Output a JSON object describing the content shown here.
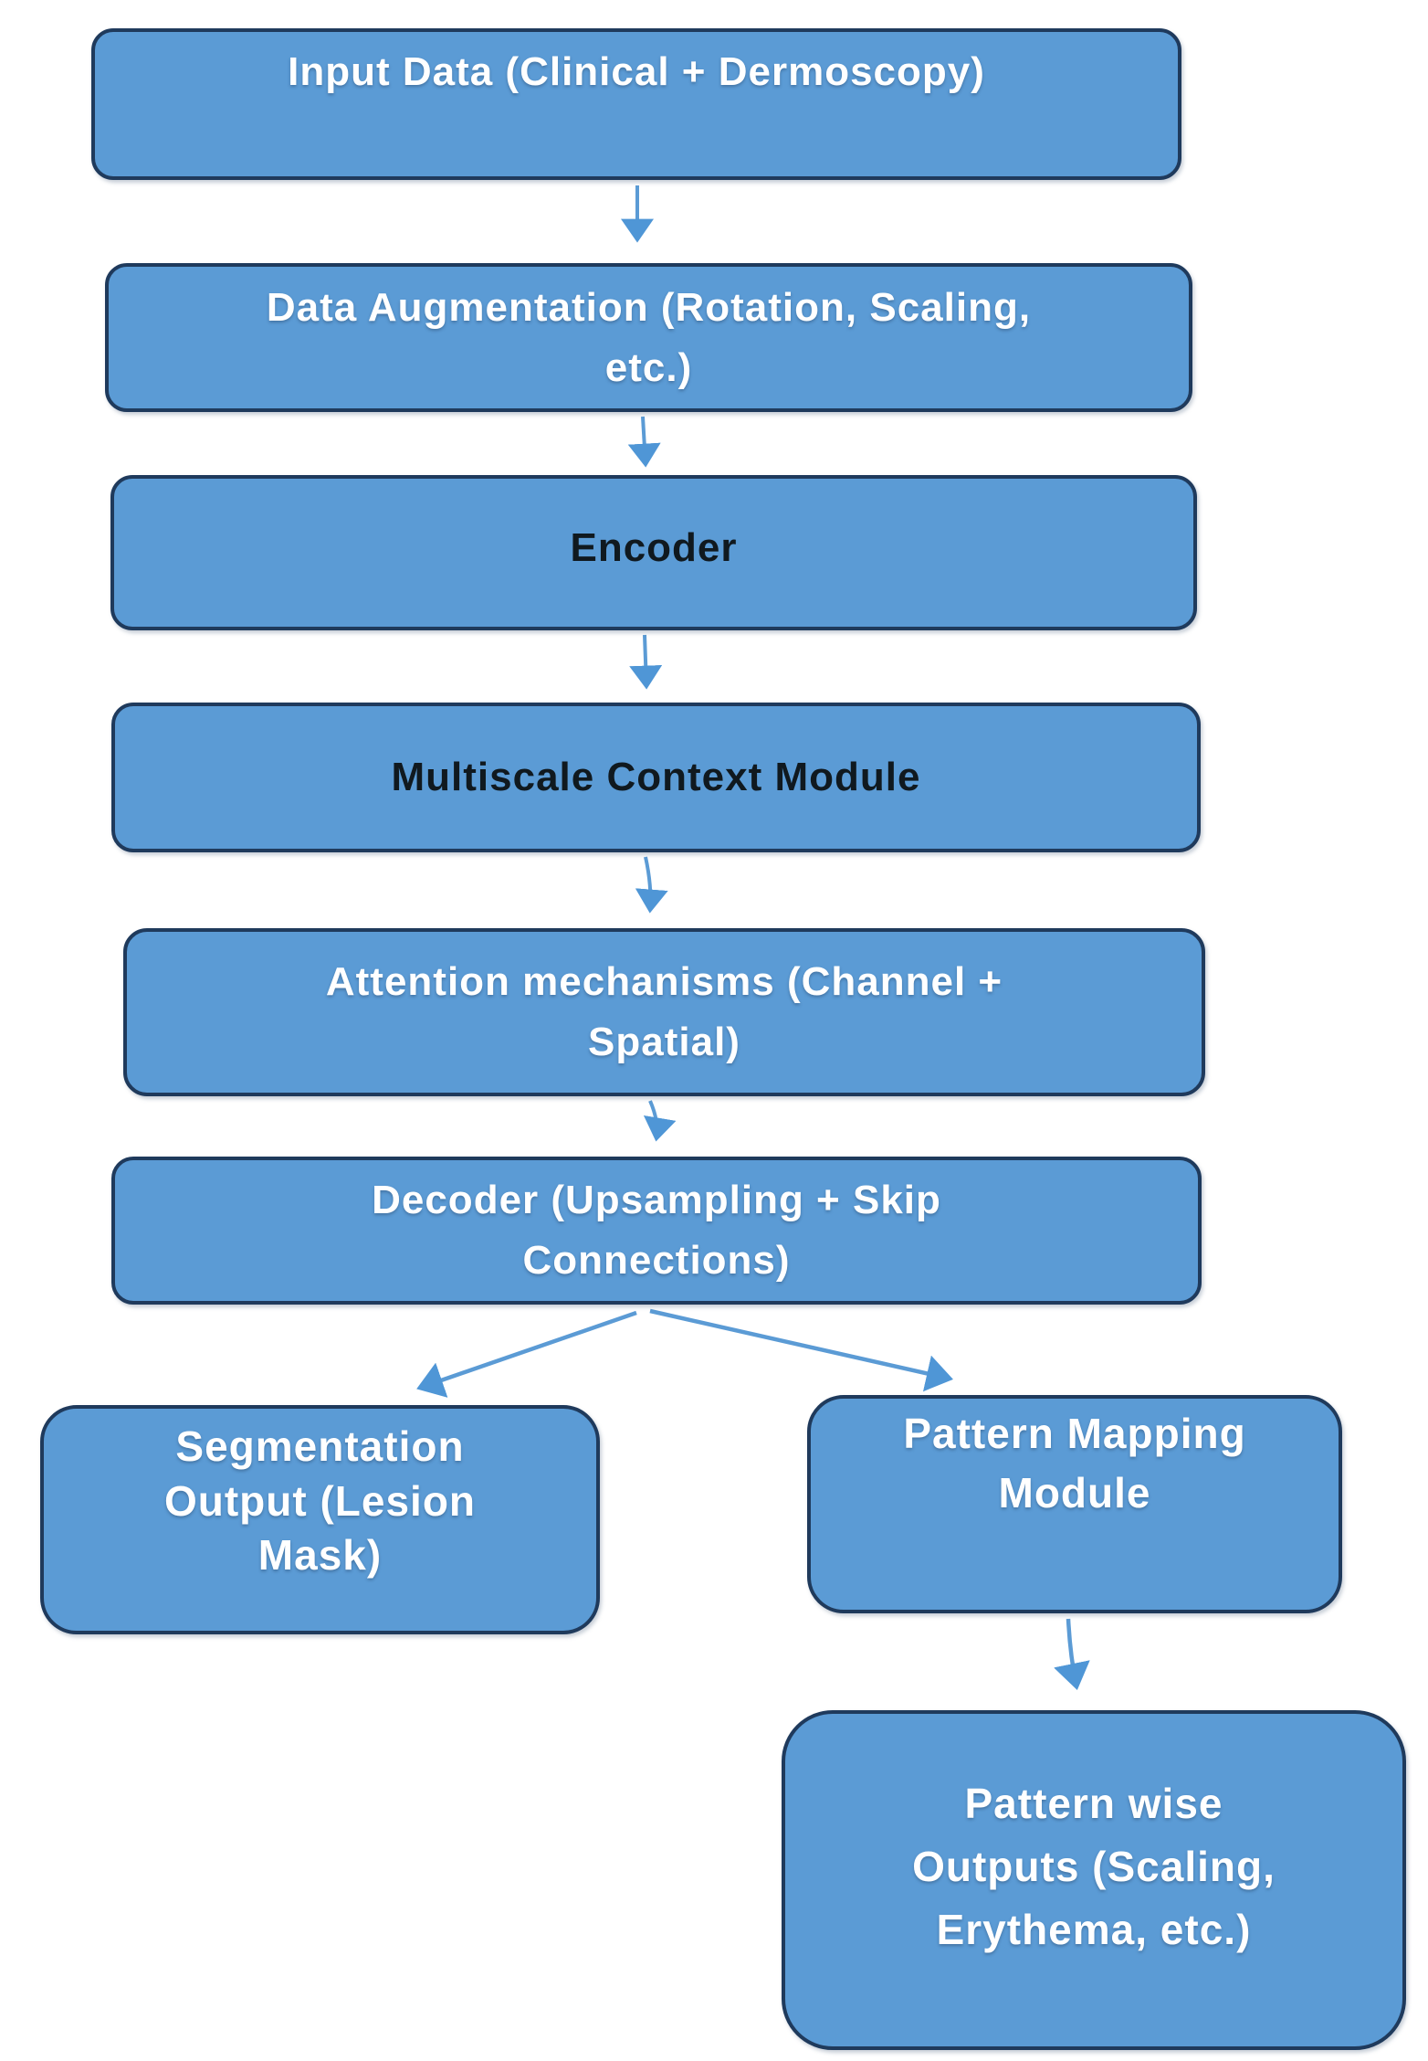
{
  "diagram": {
    "type": "flowchart",
    "background": "#ffffff",
    "colors": {
      "node_fill": "#5b9bd5",
      "node_border": "#1f3a5c",
      "arrow": "#5b9bd5",
      "text_light": "#ffffff",
      "text_dark": "#10191f"
    },
    "nodes": {
      "input_data": {
        "label": "Input Data (Clinical + Dermoscopy)"
      },
      "data_augmentation": {
        "label": "Data Augmentation (Rotation, Scaling,\netc.)"
      },
      "encoder": {
        "label": "Encoder"
      },
      "multiscale_context": {
        "label": "Multiscale Context Module"
      },
      "attention": {
        "label": "Attention mechanisms (Channel +\nSpatial)"
      },
      "decoder": {
        "label": "Decoder (Upsampling + Skip\nConnections)"
      },
      "segmentation_output": {
        "label": "Segmentation\nOutput (Lesion\nMask)"
      },
      "pattern_mapping": {
        "label": "Pattern Mapping\nModule"
      },
      "pattern_outputs": {
        "label": "Pattern wise\nOutputs (Scaling,\nErythema, etc.)"
      }
    },
    "edges": [
      {
        "from": "input_data",
        "to": "data_augmentation"
      },
      {
        "from": "data_augmentation",
        "to": "encoder"
      },
      {
        "from": "encoder",
        "to": "multiscale_context"
      },
      {
        "from": "multiscale_context",
        "to": "attention"
      },
      {
        "from": "attention",
        "to": "decoder"
      },
      {
        "from": "decoder",
        "to": "segmentation_output"
      },
      {
        "from": "decoder",
        "to": "pattern_mapping"
      },
      {
        "from": "pattern_mapping",
        "to": "pattern_outputs"
      }
    ]
  }
}
